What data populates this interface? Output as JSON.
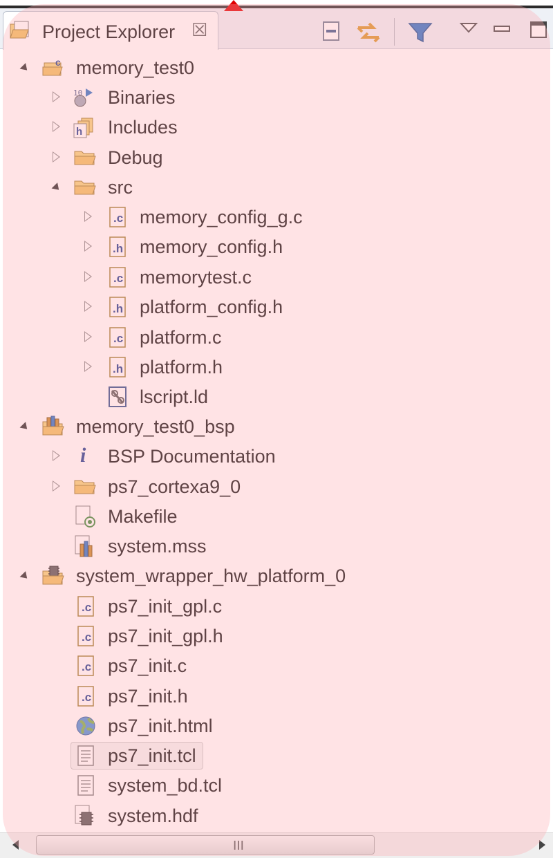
{
  "panel": {
    "title": "Project Explorer",
    "close_glyph": "☒",
    "toolbar": [
      "collapse-all-icon",
      "link-with-editor-icon",
      "filter-icon",
      "view-menu-icon",
      "minimize-icon",
      "maximize-icon"
    ]
  },
  "tree": [
    {
      "label": "memory_test0",
      "level": 0,
      "expanded": true,
      "icon": "c-project-icon"
    },
    {
      "label": "Binaries",
      "level": 1,
      "expanded": false,
      "icon": "binaries-icon"
    },
    {
      "label": "Includes",
      "level": 1,
      "expanded": false,
      "icon": "includes-icon"
    },
    {
      "label": "Debug",
      "level": 1,
      "expanded": false,
      "icon": "folder-icon"
    },
    {
      "label": "src",
      "level": 1,
      "expanded": true,
      "icon": "folder-icon"
    },
    {
      "label": "memory_config_g.c",
      "level": 2,
      "expanded": false,
      "icon": "c-file-icon"
    },
    {
      "label": "memory_config.h",
      "level": 2,
      "expanded": false,
      "icon": "h-file-icon"
    },
    {
      "label": "memorytest.c",
      "level": 2,
      "expanded": false,
      "icon": "c-file-icon"
    },
    {
      "label": "platform_config.h",
      "level": 2,
      "expanded": false,
      "icon": "h-file-icon"
    },
    {
      "label": "platform.c",
      "level": 2,
      "expanded": false,
      "icon": "c-file-icon"
    },
    {
      "label": "platform.h",
      "level": 2,
      "expanded": false,
      "icon": "h-file-icon"
    },
    {
      "label": "lscript.ld",
      "level": 2,
      "expanded": null,
      "icon": "linker-script-icon"
    },
    {
      "label": "memory_test0_bsp",
      "level": 0,
      "expanded": true,
      "icon": "bsp-project-icon"
    },
    {
      "label": "BSP Documentation",
      "level": 1,
      "expanded": false,
      "icon": "info-icon"
    },
    {
      "label": "ps7_cortexa9_0",
      "level": 1,
      "expanded": false,
      "icon": "folder-icon"
    },
    {
      "label": "Makefile",
      "level": 1,
      "expanded": null,
      "icon": "makefile-icon"
    },
    {
      "label": "system.mss",
      "level": 1,
      "expanded": null,
      "icon": "mss-file-icon"
    },
    {
      "label": "system_wrapper_hw_platform_0",
      "level": 0,
      "expanded": true,
      "icon": "hw-platform-icon"
    },
    {
      "label": "ps7_init_gpl.c",
      "level": 1,
      "expanded": null,
      "icon": "c-file-icon"
    },
    {
      "label": "ps7_init_gpl.h",
      "level": 1,
      "expanded": null,
      "icon": "c-file-icon"
    },
    {
      "label": "ps7_init.c",
      "level": 1,
      "expanded": null,
      "icon": "c-file-icon"
    },
    {
      "label": "ps7_init.h",
      "level": 1,
      "expanded": null,
      "icon": "c-file-icon"
    },
    {
      "label": "ps7_init.html",
      "level": 1,
      "expanded": null,
      "icon": "globe-icon"
    },
    {
      "label": "ps7_init.tcl",
      "level": 1,
      "expanded": null,
      "icon": "text-file-icon",
      "selected": true
    },
    {
      "label": "system_bd.tcl",
      "level": 1,
      "expanded": null,
      "icon": "text-file-icon"
    },
    {
      "label": "system.hdf",
      "level": 1,
      "expanded": null,
      "icon": "hdf-file-icon"
    }
  ],
  "scrollbar": {
    "grip": "III"
  },
  "colors": {
    "highlight": "#ffaaaf",
    "arrow": "#e00000",
    "folder": "#f0c060",
    "c_file_letter": "#1d3d8f"
  }
}
